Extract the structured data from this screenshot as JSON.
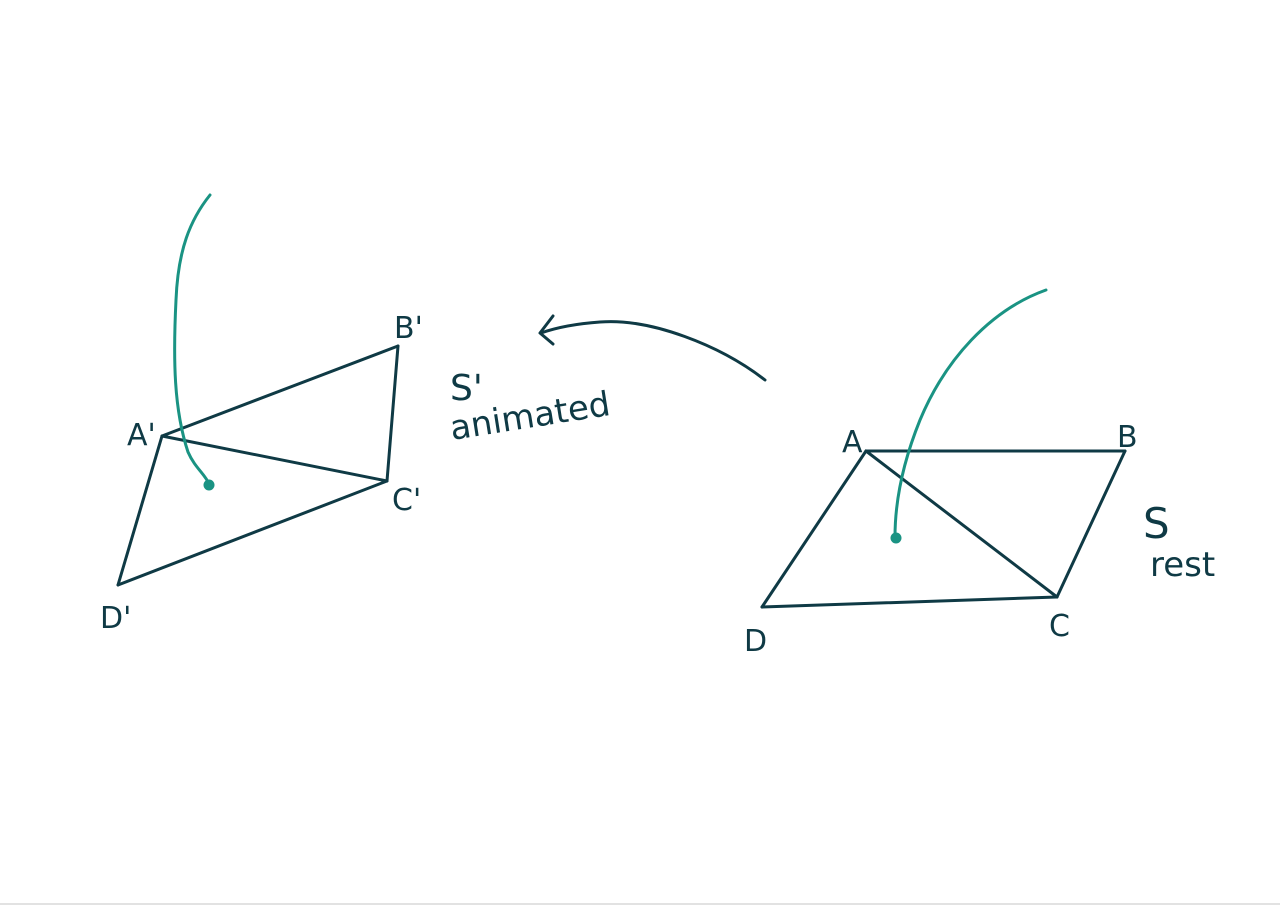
{
  "left_figure": {
    "vertex_labels": [
      "A'",
      "B'",
      "C'",
      "D'"
    ],
    "name_label": "S'",
    "caption": "animated"
  },
  "right_figure": {
    "vertex_labels": [
      "A",
      "B",
      "C",
      "D"
    ],
    "name_label": "S",
    "caption": "rest"
  },
  "colors": {
    "ink": "#0f3a45",
    "accent": "#1a9383"
  }
}
